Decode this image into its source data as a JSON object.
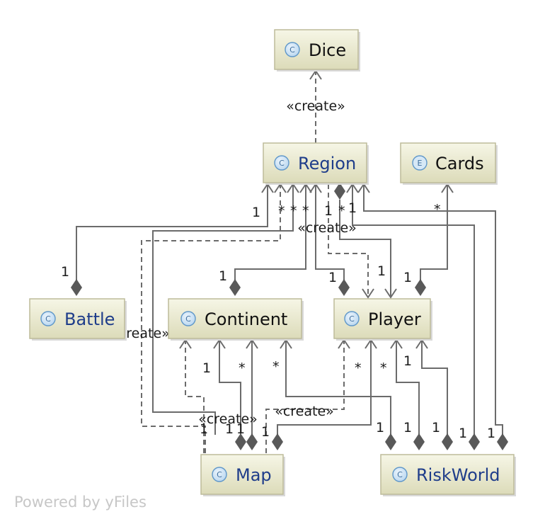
{
  "classes": {
    "dice": {
      "label": "Dice",
      "kind": "C",
      "label_color": "#111111"
    },
    "region": {
      "label": "Region",
      "kind": "C",
      "label_color": "#1f3d8a"
    },
    "cards": {
      "label": "Cards",
      "kind": "E",
      "label_color": "#111111"
    },
    "battle": {
      "label": "Battle",
      "kind": "C",
      "label_color": "#1f3d8a"
    },
    "continent": {
      "label": "Continent",
      "kind": "C",
      "label_color": "#111111"
    },
    "player": {
      "label": "Player",
      "kind": "C",
      "label_color": "#111111"
    },
    "map": {
      "label": "Map",
      "kind": "C",
      "label_color": "#1f3d8a"
    },
    "riskworld": {
      "label": "RiskWorld",
      "kind": "C",
      "label_color": "#1f3d8a"
    }
  },
  "stereotype": "«create»",
  "multiplicities": {
    "one": "1",
    "many": "*"
  },
  "watermark": "Powered by yFiles",
  "colors": {
    "node_top": "#f6f6e6",
    "node_bottom": "#dcdbb9",
    "node_border": "#bdbb9a",
    "edge": "#6b6b6b",
    "diamond": "#595959",
    "badge_fill": "#c9e0f4",
    "badge_stroke": "#5f97c9",
    "enum_badge_fill": "#d6e8f6"
  }
}
